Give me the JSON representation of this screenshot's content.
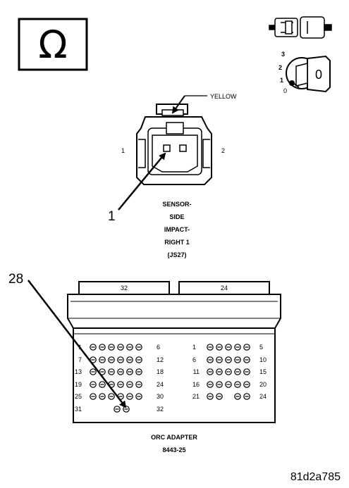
{
  "ohm_symbol": "Ω",
  "wire_color_label": "YELLOW",
  "sensor_pin_1": "1",
  "sensor_pin_2": "2",
  "callout_sensor": "1",
  "sensor_title": [
    "SENSOR-",
    "SIDE",
    "IMPACT-",
    "RIGHT 1",
    "(JS27)"
  ],
  "key_positions": [
    "3",
    "2",
    "1",
    "0"
  ],
  "key_label": "0",
  "callout_adapter": "28",
  "adapter_tabs": [
    "32",
    "24"
  ],
  "left_rows": [
    {
      "start": "1",
      "end": "6"
    },
    {
      "start": "7",
      "end": "12"
    },
    {
      "start": "13",
      "end": "18"
    },
    {
      "start": "19",
      "end": "24"
    },
    {
      "start": "25",
      "end": "30"
    },
    {
      "start": "31",
      "end": "32"
    }
  ],
  "right_rows": [
    {
      "start": "1",
      "end": "5"
    },
    {
      "start": "6",
      "end": "10"
    },
    {
      "start": "11",
      "end": "15"
    },
    {
      "start": "16",
      "end": "20"
    },
    {
      "start": "21",
      "end": "24"
    }
  ],
  "adapter_title": "ORC ADAPTER",
  "adapter_part": "8443-25",
  "figure_id": "81d2a785",
  "icons": [
    "ohmmeter-icon",
    "connector-icon",
    "ignition-key-icon"
  ]
}
